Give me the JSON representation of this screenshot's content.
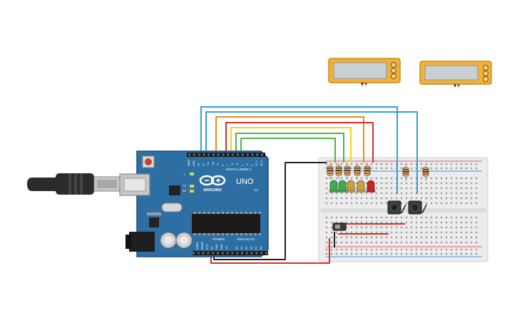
{
  "arduino": {
    "logo_text": "ARDUINO",
    "model": "UNO",
    "digital_label": "DIGITAL (PWM~)",
    "power_label": "POWER",
    "analog_label": "ANALOG IN",
    "tx_label": "TX",
    "rx_label": "RX",
    "l_label": "L",
    "on_label": "ON",
    "digital_pins": [
      "AREF",
      "GND",
      "13",
      "12",
      "~11",
      "~10",
      "~9",
      "8",
      "7",
      "~6",
      "~5",
      "4",
      "~3",
      "2",
      "TX 1",
      "RX 0"
    ],
    "power_pins": [
      "IOREF",
      "RESET",
      "3.3V",
      "5V",
      "GND",
      "GND",
      "Vin"
    ],
    "analog_pins": [
      "A0",
      "A1",
      "A2",
      "A3",
      "A4",
      "A5"
    ]
  },
  "colors": {
    "board": "#2e6fa3",
    "board_edge": "#1f4f78",
    "breadboard": "#ececec",
    "display_frame": "#f2b13a",
    "display_screen": "#c9d0d3",
    "wire_blue": "#2aa2d8",
    "wire_orange": "#ef8a1c",
    "wire_red": "#e02a2a",
    "wire_yellow": "#f2d21a",
    "wire_green": "#4cb648",
    "wire_black": "#222222",
    "led_green": "#3ab04a",
    "led_yellow": "#c9a33a",
    "led_red": "#d02020"
  },
  "icons": [
    "usb-cable-icon",
    "reset-button-icon",
    "power-jack-icon",
    "capacitor-icon",
    "chip-icon",
    "pushbutton-icon",
    "slide-switch-icon"
  ]
}
